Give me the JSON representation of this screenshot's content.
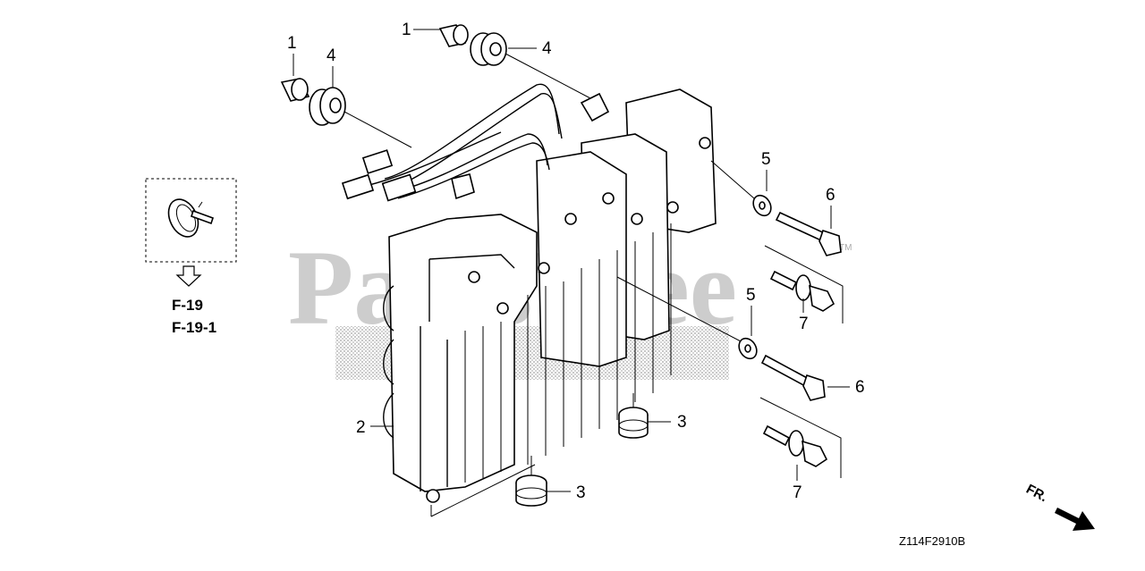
{
  "diagram": {
    "watermark": "PartsTree",
    "watermark_tm": "TM",
    "drawing_code": "Z114F2910B",
    "front_label": "FR.",
    "references": [
      "F-19",
      "F-19-1"
    ],
    "callouts": {
      "c1a": "1",
      "c1b": "1",
      "c2": "2",
      "c3a": "3",
      "c3b": "3",
      "c4a": "4",
      "c4b": "4",
      "c5a": "5",
      "c5b": "5",
      "c6a": "6",
      "c6b": "6",
      "c7a": "7",
      "c7b": "7"
    }
  }
}
